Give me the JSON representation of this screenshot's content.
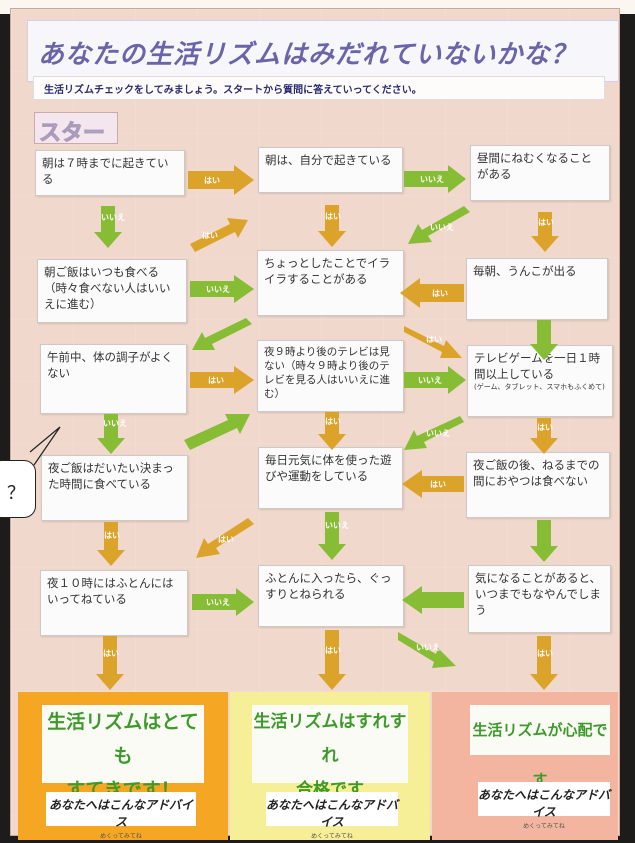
{
  "title": "あなたの生活リズムはみだれていないかな？",
  "subtitle": "生活リズムチェックをしてみましょう。スタートから質問に答えていってください。",
  "start_label": "スタート",
  "questions": [
    {
      "text": "朝は７時までに起きている"
    },
    {
      "text": "朝は、自分で起きている"
    },
    {
      "text": "昼間にねむくなることがある"
    },
    {
      "text": "朝ご飯はいつも食べる（時々食べない人はいいえに進む）"
    },
    {
      "text": "ちょっとしたことでイライラすることがある"
    },
    {
      "text": "毎朝、うんこが出る"
    },
    {
      "text": "午前中、体の調子がよくない"
    },
    {
      "text": "夜９時より後のテレビは見ない（時々９時より後のテレビを見る人はいいえに進む）"
    },
    {
      "text": "テレビゲームを一日１時間以上している",
      "note": "(ゲーム、タブレット、スマホもふくめて)"
    },
    {
      "text": "夜ご飯はだいたい決まった時間に食べている"
    },
    {
      "text": "毎日元気に体を使った遊びや運動をしている"
    },
    {
      "text": "夜ご飯の後、ねるまでの間におやつは食べない"
    },
    {
      "text": "夜１０時にはふとんにはいってねている"
    },
    {
      "text": "ふとんに入ったら、ぐっすりとねられる"
    },
    {
      "text": "気になることがあると、いつまでもなやんでしまう"
    }
  ],
  "answer_yes": "はい",
  "answer_no": "いいえ",
  "results": [
    {
      "line1": "生活リズムはとても",
      "line2": "すてきです！",
      "color": "#f5a623"
    },
    {
      "line1": "生活リズムはすれすれ",
      "line2": "合格です",
      "color": "#f7ee98"
    },
    {
      "line1": "生活リズムが心配です",
      "line2": "",
      "color": "#f3b5a0"
    }
  ],
  "advice_label": "あなたへはこんなアドバイス",
  "advice_sub": "めくってみてね",
  "bubble_text": "？",
  "colors": {
    "yes": "#dca32a",
    "no": "#86bd35",
    "title": "#6a64a8",
    "result_text": "#3d9a2a"
  }
}
